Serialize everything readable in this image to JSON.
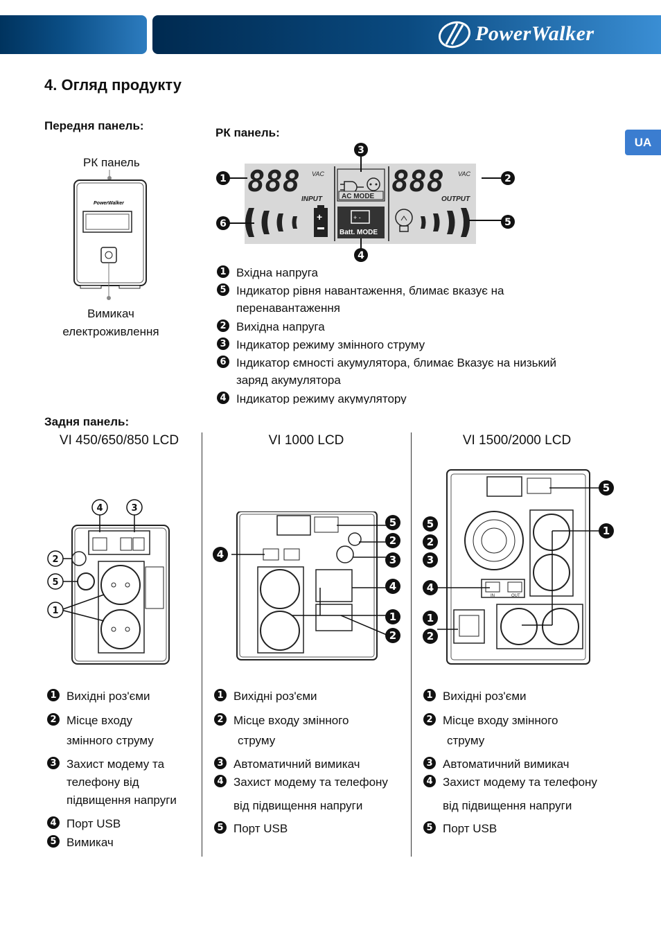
{
  "header": {
    "brand": "PowerWalker",
    "lang_tab": "UA"
  },
  "title": "4. Огляд продукту",
  "front": {
    "heading": "Передня панель:",
    "lcd_label": "РК панель",
    "logo_text": "PowerWalker",
    "switch_label_1": "Вимикач",
    "switch_label_2": "електроживлення"
  },
  "lcd": {
    "heading": "РК панель:",
    "digits_in": "888",
    "digits_out": "888",
    "vac": "VAC",
    "input": "INPUT",
    "output": "OUTPUT",
    "ac_mode": "AC MODE",
    "batt_mode": "Batt. MODE",
    "callouts": [
      "1",
      "2",
      "3",
      "4",
      "5",
      "6"
    ],
    "legend": [
      {
        "num": "1",
        "line1": "Вхідна напруга"
      },
      {
        "num": "5",
        "line1": "Індикатор рівня навантаження, блимає вказує на",
        "line2": "перенавантаження"
      },
      {
        "num": "2",
        "line1": "Вихідна напруга"
      },
      {
        "num": "3",
        "line1": "Індикатор режиму змінного струму"
      },
      {
        "num": "6",
        "line1": "Індикатор ємності акумулятора, блимає Вказує на низький",
        "line2": "заряд акумулятора"
      },
      {
        "num": "4",
        "line1": "Індикатор режиму акумулятору"
      }
    ]
  },
  "rear": {
    "heading": "Задня панель:",
    "models": [
      "VI 450/650/850 LCD",
      "VI 1000 LCD",
      "VI 1500/2000 LCD"
    ],
    "in_label": "IN",
    "out_label": "OUT",
    "col1": {
      "l1": "Вихідні роз'єми",
      "l2a": "Місце входу",
      "l2b": "змінного струму",
      "l3a": "Захист модему та",
      "l3b": "телефону від",
      "l3c": "підвищення напруги",
      "l4": "Порт USB",
      "l5": "Вимикач"
    },
    "col2": {
      "l1": "Вихідні роз'єми",
      "l2a": "Місце входу змінного",
      "l2b": "струму",
      "l3": "Автоматичний вимикач",
      "l4a": "Захист модему та телефону",
      "l4b": "від підвищення напруги",
      "l5": "Порт USB"
    },
    "col3": {
      "l1": "Вихідні роз'єми",
      "l2a": "Місце входу змінного",
      "l2b": "струму",
      "l3": "Автоматичний вимикач",
      "l4a": "Захист модему та телефону",
      "l4b": "від підвищення напруги",
      "l5": "Порт USB"
    }
  }
}
